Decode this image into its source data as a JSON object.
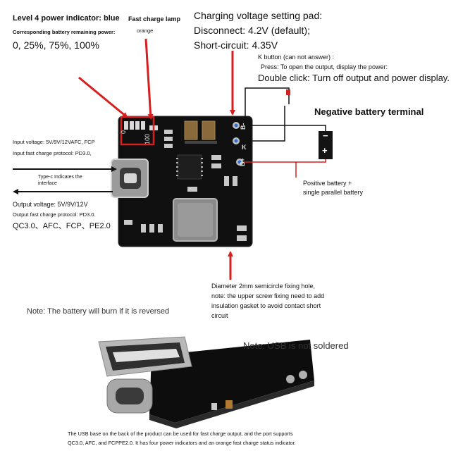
{
  "annotations": {
    "power_indicator_title": "Level 4 power indicator: blue",
    "power_indicator_sub": "Corresponding battery remaining power:",
    "power_indicator_levels": "0, 25%, 75%, 100%",
    "fast_charge_lamp": "Fast charge lamp",
    "fast_charge_color": "orange",
    "voltage_pad_title": "Charging voltage setting pad:",
    "voltage_pad_disconnect": "Disconnect: 4.2V (default);",
    "voltage_pad_short": "Short-circuit: 4.35V",
    "k_button_title": "K button (can not answer) :",
    "k_button_press": "Press: To open the output, display the power:",
    "k_button_double": "Double click: Turn off output and power display.",
    "negative_terminal": "Negative battery terminal",
    "input_voltage": "Input voltage: 5V/9V/12VAFC, FCP",
    "input_protocol": "Input fast charge protocol: PD3.0,",
    "typec_line1": "Type-c Indicates the",
    "typec_line2": "interface",
    "positive_line1": "Positive battery +",
    "positive_line2": "single parallel battery",
    "output_voltage": "Output voltage: 5V/9V/12V",
    "output_protocol": "Output fast charge protocol: PD3.0.",
    "output_protocols_list": "QC3.0、AFC、FCP、PE2.0",
    "fixing_hole_1": "Diameter 2mm semicircle fixing hole,",
    "fixing_hole_2": "note: the upper screw fixing need to add",
    "fixing_hole_3": "insulation gasket to avoid contact short",
    "fixing_hole_4": "circuit",
    "reverse_note": "Note: The battery will burn if it is reversed",
    "usb_note": "Note: USB is not soldered",
    "bottom_note_1": "The USB base on the back of the product can be used for fast charge output, and the port supports",
    "bottom_note_2": "QC3.0, AFC, and FCPPE2.0. It has four power indicators and an orange fast charge status indicator."
  },
  "board_labels": {
    "pad_zero": "0",
    "pad_hundred": "100",
    "pin_bminus": "B-",
    "pin_k": "K",
    "pin_bplus": "B+"
  },
  "battery": {
    "minus": "−",
    "plus": "+"
  },
  "colors": {
    "arrow_red": "#d61f1f",
    "pcb": "#101010",
    "battery_body": "#141414"
  },
  "icons": [
    "typec-port-icon",
    "usb-a-port-icon",
    "led-icon",
    "battery-icon",
    "inductor-icon",
    "chip-icon"
  ]
}
